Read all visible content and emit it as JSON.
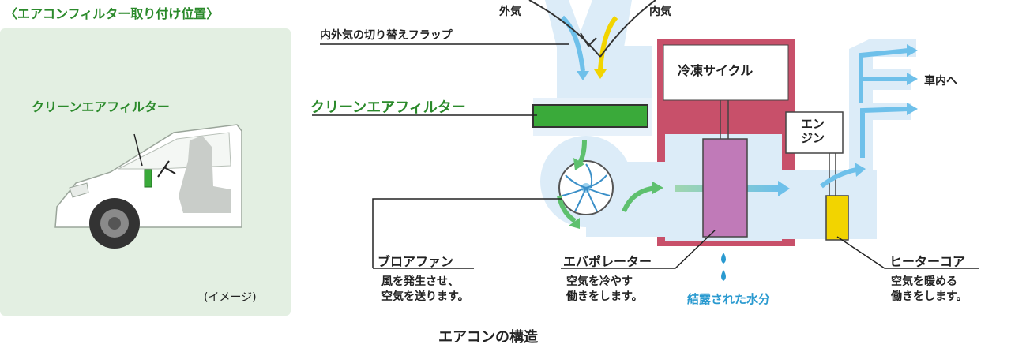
{
  "left_panel": {
    "title": "〈エアコンフィルター取り付け位置〉",
    "filter_label": "クリーンエアフィルター",
    "image_note": "(イメージ)"
  },
  "diagram": {
    "outside_air": "外気",
    "inside_air": "内気",
    "flap_label": "内外気の切り替えフラップ",
    "filter_label": "クリーンエアフィルター",
    "refrigeration_cycle": "冷凍サイクル",
    "engine_line1": "エン",
    "engine_line2": "ジン",
    "to_cabin": "車内へ",
    "blower_fan": "ブロアファン",
    "blower_desc_line1": "風を発生させ、",
    "blower_desc_line2": "空気を送ります。",
    "evaporator": "エバポレーター",
    "evaporator_desc_line1": "空気を冷やす",
    "evaporator_desc_line2": "働きをします。",
    "condensed_water": "結露された水分",
    "heater_core": "ヒーターコア",
    "heater_desc_line1": "空気を暖める",
    "heater_desc_line2": "働きをします。",
    "caption": "エアコンの構造"
  },
  "colors": {
    "green": "#2b8a2b",
    "filter_green": "#3aaa3a",
    "refrigeration_red": "#c8506a",
    "evaporator_purple": "#c07ab8",
    "heater_yellow": "#f2d400",
    "air_blue": "#6ec0ea",
    "duct_fill": "#dcecf8",
    "water_blue": "#2a9ad0"
  }
}
